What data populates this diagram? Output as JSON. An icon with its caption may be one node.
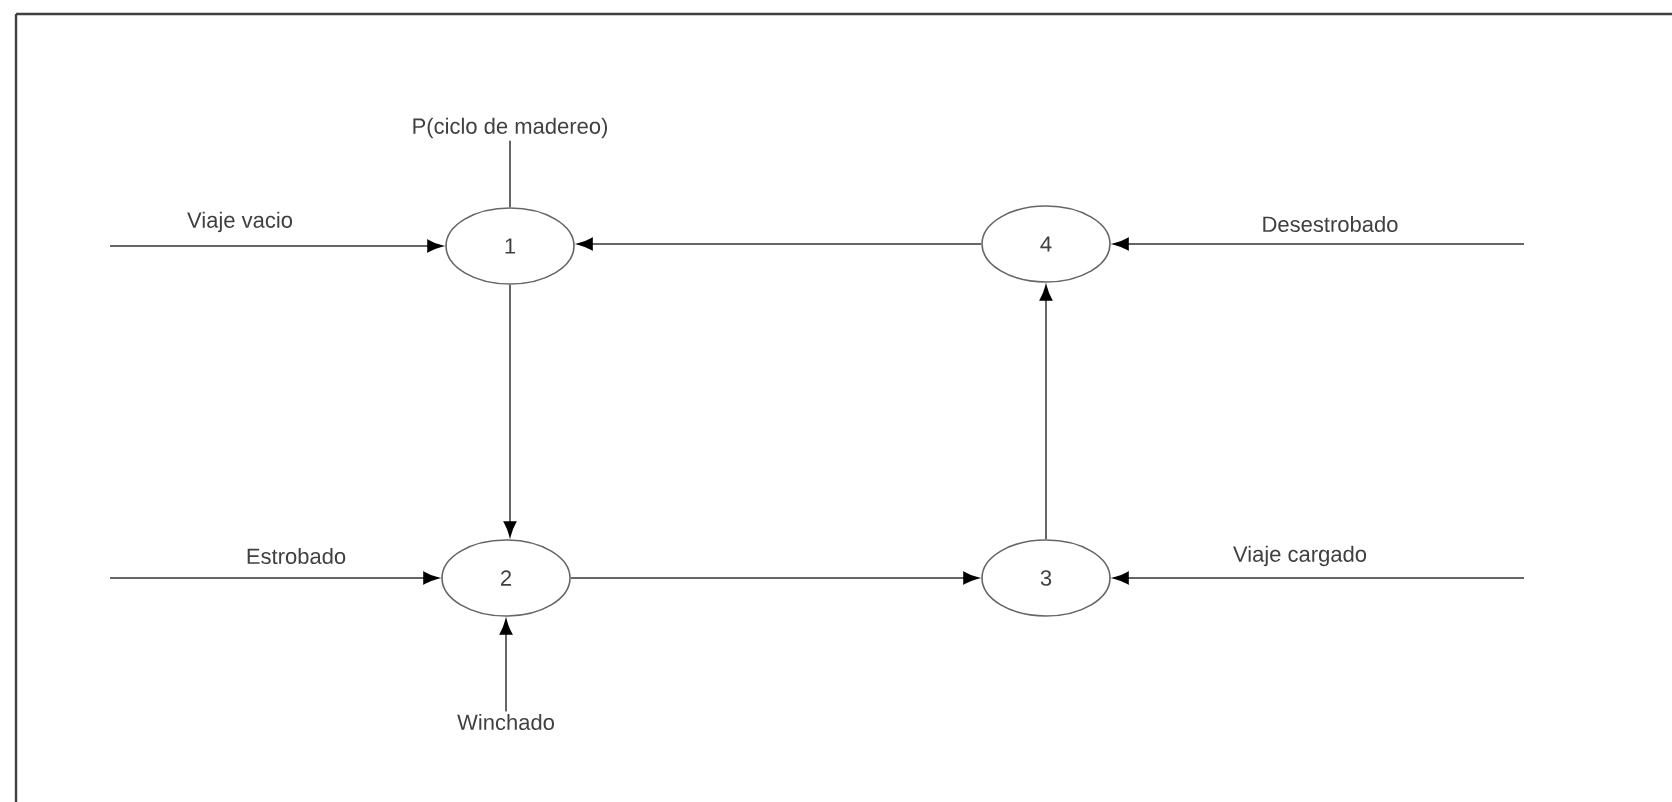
{
  "diagram": {
    "nodes": [
      {
        "text": [
          "P(ciclo de madereo)"
        ]
      },
      {
        "text": [
          "1"
        ]
      },
      {
        "text": [
          "2"
        ]
      },
      {
        "text": [
          "3"
        ]
      },
      {
        "text": [
          "4"
        ]
      },
      {
        "text": [
          "Winchado"
        ]
      }
    ],
    "edges": [
      {
        "from": 0,
        "to": 1,
        "arrow": "none"
      },
      {
        "from": 1,
        "to": 2,
        "arrow": "to"
      },
      {
        "from": 2,
        "to": 3,
        "arrow": "to"
      },
      {
        "from": 3,
        "to": 4,
        "arrow": "to"
      },
      {
        "from": 4,
        "to": 1,
        "arrow": "to"
      },
      {
        "from": 5,
        "to": 2,
        "arrow": "to"
      },
      {
        "from": null,
        "to": 1,
        "arrow": "to",
        "label": "Viaje vacio"
      },
      {
        "from": null,
        "to": 2,
        "arrow": "to",
        "label": "Estrobado"
      },
      {
        "from": null,
        "to": 4,
        "arrow": "to",
        "label": "Desestrobado"
      },
      {
        "from": null,
        "to": 3,
        "arrow": "to",
        "label": "Viaje cargado"
      }
    ]
  }
}
